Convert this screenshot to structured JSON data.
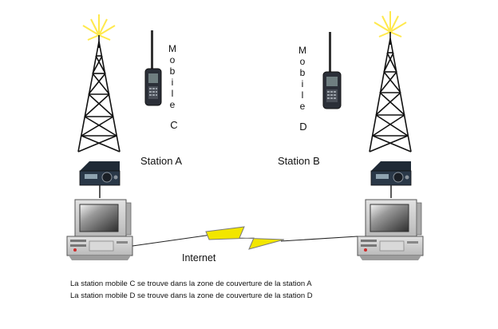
{
  "stations": [
    {
      "label": "Station A"
    },
    {
      "label": "Station B"
    }
  ],
  "mobiles": [
    {
      "word": "Mobile",
      "letter": "C"
    },
    {
      "word": "Mobile",
      "letter": "D"
    }
  ],
  "link_label": "Internet",
  "captions": [
    "La station mobile C se trouve dans la zone de couverture de la station A",
    "La station mobile D se trouve dans la zone de couverture de la station D"
  ],
  "colors": {
    "tower": "#111111",
    "lightning": "#f2e600",
    "lightning_outline": "#777777",
    "link_line": "#222222",
    "computer_body": "#cfcfcf",
    "screen": "#444444",
    "radio": "#2a3848",
    "signal_glow": "#ffe94d"
  }
}
